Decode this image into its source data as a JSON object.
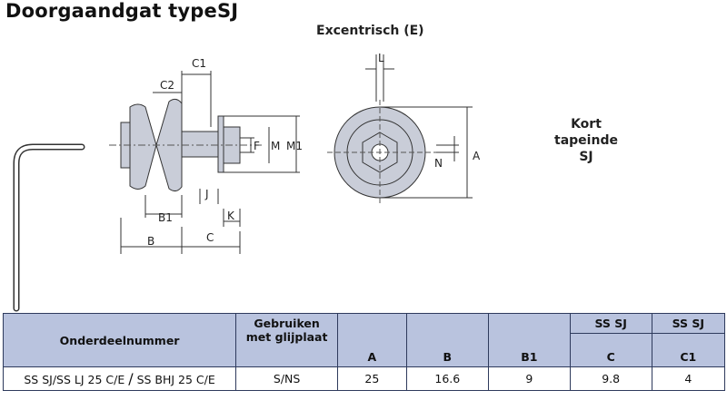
{
  "title": "Doorgaandgat typeSJ",
  "eccentric_label": "Excentrisch (E)",
  "note_lines": [
    "Kort",
    "tapeinde",
    "SJ"
  ],
  "dimension_labels": {
    "C1": "C1",
    "C2": "C2",
    "J": "J",
    "B1": "B1",
    "K": "K",
    "B": "B",
    "C": "C",
    "F": "F",
    "M": "M",
    "M1": "M1",
    "L": "L",
    "N": "N",
    "A": "A"
  },
  "table": {
    "headers": {
      "part_number": "Onderdeelnummer",
      "use_with": "Gebruiken met glijplaat",
      "A": "A",
      "B": "B",
      "B1": "B1",
      "C_group": "SS SJ",
      "C": "C",
      "C1_group": "SS SJ",
      "C1": "C1"
    },
    "row": {
      "part_a": "SS SJ/SS LJ 25 C/E",
      "slash": "/",
      "part_b": "SS BHJ 25 C/E",
      "use_with": "S/NS",
      "A": "25",
      "B": "16.6",
      "B1": "9",
      "C": "9.8",
      "C1": "4"
    }
  }
}
